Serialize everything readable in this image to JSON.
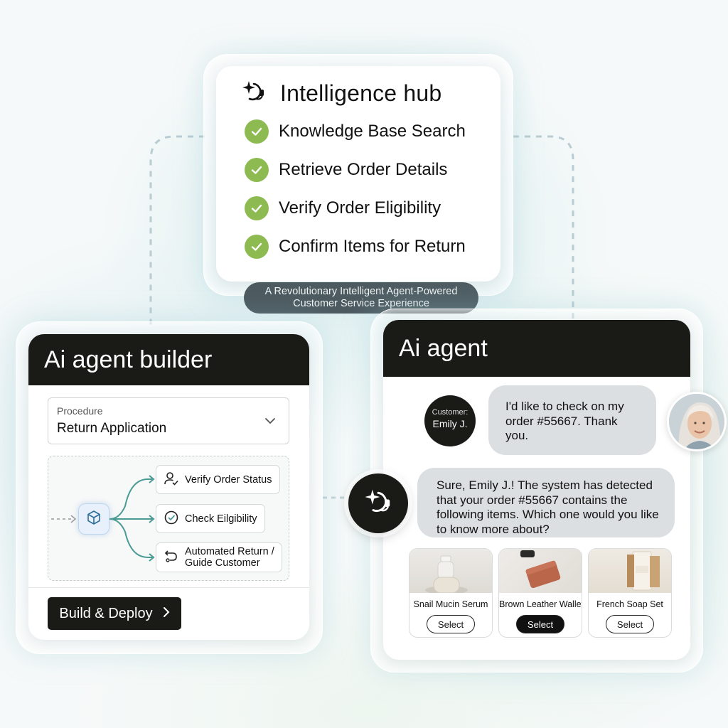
{
  "hub": {
    "title": "Intelligence hub",
    "items": [
      {
        "label": "Knowledge Base Search",
        "done": true
      },
      {
        "label": "Retrieve Order Details",
        "done": true
      },
      {
        "label": "Verify Order Eligibility",
        "done": true
      },
      {
        "label": "Confirm Items for Return",
        "done": true
      }
    ],
    "tagline_line1": "A Revolutionary Intelligent Agent-Powered",
    "tagline_line2": "Customer Service Experience"
  },
  "builder": {
    "title": "Ai agent builder",
    "procedure_label": "Procedure",
    "procedure_value": "Return Application",
    "steps": [
      {
        "label": "Verify Order Status",
        "icon": "user-check-icon"
      },
      {
        "label": "Check Eilgibility",
        "icon": "check-circle-icon"
      },
      {
        "label_line1": "Automated Return /",
        "label_line2": "Guide Customer",
        "icon": "return-arrow-icon"
      }
    ],
    "deploy_label": "Build & Deploy"
  },
  "agent": {
    "title": "Ai agent",
    "customer_label": "Customer:",
    "customer_name": "Emily J.",
    "customer_message": "I'd like to check on my order #55667. Thank you.",
    "agent_message": "Sure, Emily J.! The system has detected that your order #55667 contains the following items. Which one would you like to know more about?",
    "products": [
      {
        "name": "Snail Mucin Serum",
        "select_label": "Select",
        "selected": false
      },
      {
        "name": "Brown Leather Wallet",
        "select_label": "Select",
        "selected": true
      },
      {
        "name": "French Soap Set",
        "select_label": "Select",
        "selected": false
      }
    ]
  },
  "colors": {
    "check_green": "#8dbb52",
    "dark": "#1a1a17",
    "bubble_gray": "#dcdfe1",
    "flow_teal": "#4a9b94"
  }
}
